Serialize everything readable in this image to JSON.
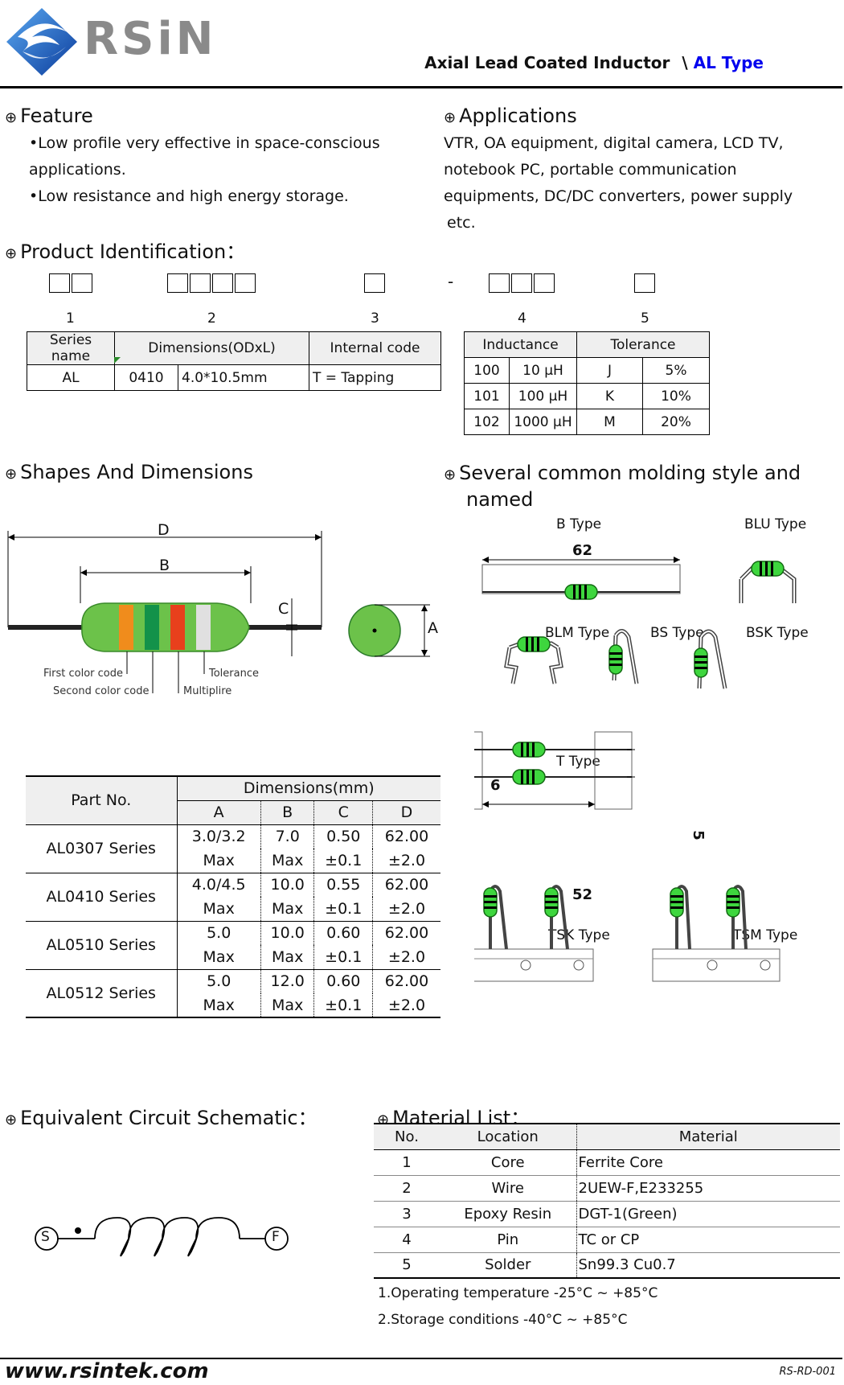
{
  "header": {
    "brand": "RSiN",
    "doc_title": "Axial Lead Coated Inductor",
    "separator": "\\",
    "type_label": "AL Type"
  },
  "feature": {
    "title": "Feature",
    "items": [
      "•Low profile very effective in space-conscious",
      "applications.",
      "•Low resistance and high energy storage."
    ]
  },
  "applications": {
    "title": "Applications",
    "lines": [
      "VTR, OA equipment, digital camera, LCD TV,",
      "notebook PC, portable communication",
      "equipments, DC/DC converters, power supply",
      "etc."
    ]
  },
  "product_id": {
    "title": "Product Identification：",
    "dash": "-",
    "numbers": [
      "1",
      "2",
      "3",
      "4",
      "5"
    ],
    "table1": {
      "headers": [
        "Series name",
        "Dimensions(ODxL)",
        "Internal code"
      ],
      "row": [
        "AL",
        "0410",
        "4.0*10.5mm",
        "T = Tapping"
      ]
    },
    "table2": {
      "headers": [
        "Inductance",
        "Tolerance"
      ],
      "rows": [
        [
          "100",
          "10 μH",
          "J",
          "5%"
        ],
        [
          "101",
          "100 μH",
          "K",
          "10%"
        ],
        [
          "102",
          "1000 μH",
          "M",
          "20%"
        ]
      ]
    }
  },
  "shapes": {
    "title": "Shapes And Dimensions",
    "labels": {
      "D": "D",
      "B": "B",
      "C": "C",
      "A": "A",
      "first": "First color code",
      "second": "Second color code",
      "tolerance": "Tolerance",
      "multiplier": "Multiplire"
    }
  },
  "molding": {
    "title_line1": "Several common molding style and",
    "title_line2": "named",
    "types": {
      "b": "B Type",
      "blu": "BLU Type",
      "blm": "BLM Type",
      "bs": "BS Type",
      "bsk": "BSK Type",
      "t": "T Type",
      "tsk": "TSK Type",
      "tsm": "TSM Type"
    },
    "dims": {
      "b62": "62",
      "t6": "6",
      "t5": "5",
      "t52": "52"
    }
  },
  "dimensions_table": {
    "part_header": "Part No.",
    "dim_header": "Dimensions(mm)",
    "cols": [
      "A",
      "B",
      "C",
      "D"
    ],
    "rows": [
      {
        "part": "AL0307 Series",
        "a": [
          "3.0/3.2",
          "Max"
        ],
        "b": [
          "7.0",
          "Max"
        ],
        "c": [
          "0.50",
          "±0.1"
        ],
        "d": [
          "62.00",
          "±2.0"
        ]
      },
      {
        "part": "AL0410 Series",
        "a": [
          "4.0/4.5",
          "Max"
        ],
        "b": [
          "10.0",
          "Max"
        ],
        "c": [
          "0.55",
          "±0.1"
        ],
        "d": [
          "62.00",
          "±2.0"
        ]
      },
      {
        "part": "AL0510 Series",
        "a": [
          "5.0",
          "Max"
        ],
        "b": [
          "10.0",
          "Max"
        ],
        "c": [
          "0.60",
          "±0.1"
        ],
        "d": [
          "62.00",
          "±2.0"
        ]
      },
      {
        "part": "AL0512 Series",
        "a": [
          "5.0",
          "Max"
        ],
        "b": [
          "12.0",
          "Max"
        ],
        "c": [
          "0.60",
          "±0.1"
        ],
        "d": [
          "62.00",
          "±2.0"
        ]
      }
    ]
  },
  "circuit": {
    "title": "Equivalent Circuit Schematic：",
    "start": "S",
    "finish": "F"
  },
  "materials": {
    "title": "Material List：",
    "headers": [
      "No.",
      "Location",
      "Material"
    ],
    "rows": [
      [
        "1",
        "Core",
        "Ferrite Core"
      ],
      [
        "2",
        "Wire",
        "2UEW-F,E233255"
      ],
      [
        "3",
        "Epoxy Resin",
        "DGT-1(Green)"
      ],
      [
        "4",
        "Pin",
        "TC or CP"
      ],
      [
        "5",
        "Solder",
        "Sn99.3 Cu0.7"
      ]
    ],
    "notes": [
      "1.Operating temperature -25°C ~ +85°C",
      "2.Storage conditions -40°C ~ +85°C"
    ]
  },
  "footer": {
    "website": "www.rsintek.com",
    "doc_code": "RS-RD-001"
  },
  "colors": {
    "brand_blue": "#1f5fbf",
    "brand_gray": "#8a8a8a",
    "type_blue": "#0000ee",
    "body_green": "#6cc24a",
    "coil_green": "#2ecc40"
  }
}
